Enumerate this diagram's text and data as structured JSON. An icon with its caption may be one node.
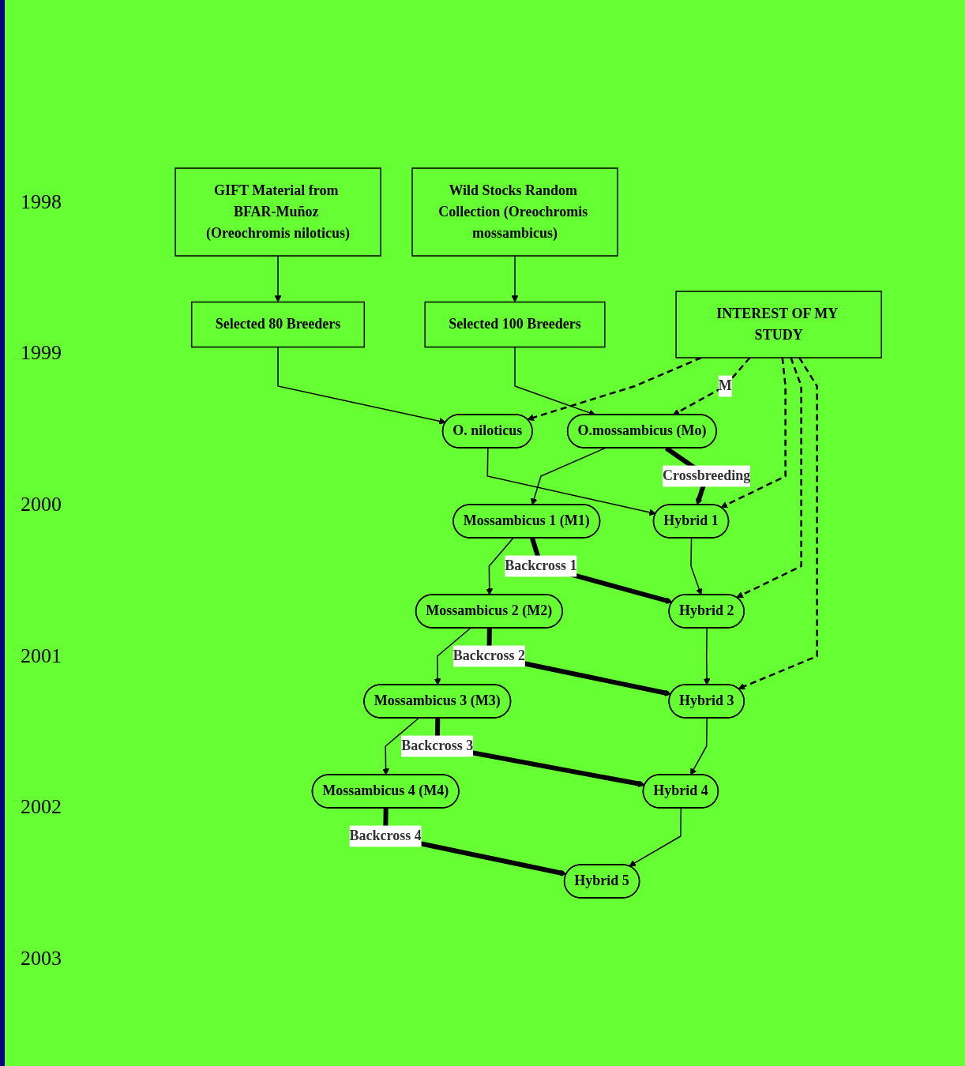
{
  "diagram": {
    "nodes": [
      {
        "text": [
          "GIFT Material from BFAR-Muñoz (Oreochromis niloticus)"
        ]
      },
      {
        "text": [
          "Wild Stocks Random Collection (Oreochromis mossambicus)"
        ]
      },
      {
        "text": [
          "Selected 80 Breeders"
        ]
      },
      {
        "text": [
          "Selected 100 Breeders"
        ]
      },
      {
        "text": [
          "O. niloticus"
        ]
      },
      {
        "text": [
          "O.mossambicus (Mo)"
        ]
      },
      {
        "text": [
          "Hybrid 1"
        ]
      },
      {
        "text": [
          "Mossambicus 1 (M1)"
        ]
      },
      {
        "text": [
          "Hybrid 2"
        ]
      },
      {
        "text": [
          "Mossambicus 2 (M2)"
        ]
      },
      {
        "text": [
          "Hybrid 3"
        ]
      },
      {
        "text": [
          "Mossambicus 3 (M3)"
        ]
      },
      {
        "text": [
          "Hybrid 4"
        ]
      },
      {
        "text": [
          "Mossambicus 4 (M4)"
        ]
      },
      {
        "text": [
          "Hybrid 5"
        ]
      },
      {
        "text": [
          "INTEREST OF MY STUDY"
        ]
      }
    ],
    "edges": [
      {
        "from": 0,
        "to": 2,
        "arrow": "to"
      },
      {
        "from": 1,
        "to": 3,
        "arrow": "to"
      },
      {
        "from": 2,
        "to": 4,
        "arrow": "to"
      },
      {
        "from": 3,
        "to": 5,
        "arrow": "to"
      },
      {
        "from": 4,
        "to": 6,
        "arrow": "to"
      },
      {
        "from": 5,
        "to": 7,
        "arrow": "to"
      },
      {
        "from": 6,
        "to": 8,
        "arrow": "to"
      },
      {
        "from": 7,
        "to": 9,
        "arrow": "to"
      },
      {
        "from": 8,
        "to": 10,
        "arrow": "to"
      },
      {
        "from": 9,
        "to": 11,
        "arrow": "to"
      },
      {
        "from": 10,
        "to": 12,
        "arrow": "to"
      },
      {
        "from": 11,
        "to": 13,
        "arrow": "to"
      },
      {
        "from": 12,
        "to": 14,
        "arrow": "to"
      },
      {
        "from": 5,
        "to": 6,
        "arrow": "to",
        "label": "Crossbreeding",
        "style": "thick"
      },
      {
        "from": 7,
        "to": 8,
        "arrow": "to",
        "label": "Backcross 1",
        "style": "thick"
      },
      {
        "from": 9,
        "to": 10,
        "arrow": "to",
        "label": "Backcross 2",
        "style": "thick"
      },
      {
        "from": 11,
        "to": 12,
        "arrow": "to",
        "label": "Backcross 3",
        "style": "thick"
      },
      {
        "from": 13,
        "to": 14,
        "arrow": "to",
        "label": "Backcross 4",
        "style": "thick"
      },
      {
        "from": 15,
        "to": 4,
        "arrow": "to",
        "style": "dashed"
      },
      {
        "from": 15,
        "to": 5,
        "arrow": "to",
        "label": "M",
        "style": "dashed"
      },
      {
        "from": 15,
        "to": 6,
        "arrow": "to",
        "style": "dashed"
      },
      {
        "from": 15,
        "to": 8,
        "arrow": "to",
        "style": "dashed"
      },
      {
        "from": 15,
        "to": 10,
        "arrow": "to",
        "style": "dashed"
      }
    ],
    "labels": [
      "1998",
      "1999",
      "2000",
      "2001",
      "2002",
      "2003"
    ]
  }
}
